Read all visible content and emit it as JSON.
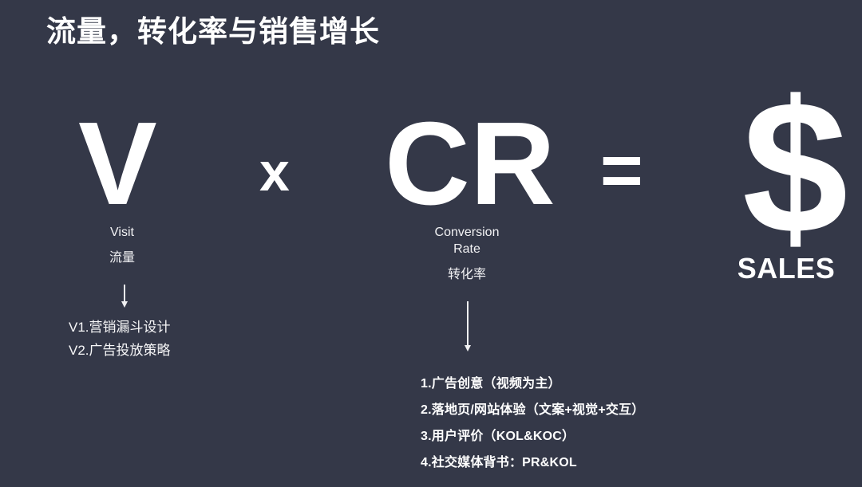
{
  "slide": {
    "background_color": "#343848",
    "text_color": "#ffffff",
    "title": "流量，转化率与销售增长"
  },
  "formula": {
    "visit_term": "V",
    "multiply_symbol": "x",
    "conversion_term": "CR",
    "equals_symbol": "=",
    "result_symbol": "$"
  },
  "visit_block": {
    "label_en": "Visit",
    "label_cn": "流量",
    "arrow": "down-arrow",
    "items": [
      "V1.营销漏斗设计",
      "V2.广告投放策略"
    ]
  },
  "conversion_block": {
    "label_en_line1": "Conversion",
    "label_en_line2": "Rate",
    "label_cn": "转化率",
    "arrow": "down-arrow",
    "items": [
      "1.广告创意（视频为主）",
      "2.落地页/网站体验（文案+视觉+交互）",
      "3.用户评价（KOL&KOC）",
      "4.社交媒体背书：PR&KOL"
    ]
  },
  "sales_block": {
    "label": "SALES"
  }
}
